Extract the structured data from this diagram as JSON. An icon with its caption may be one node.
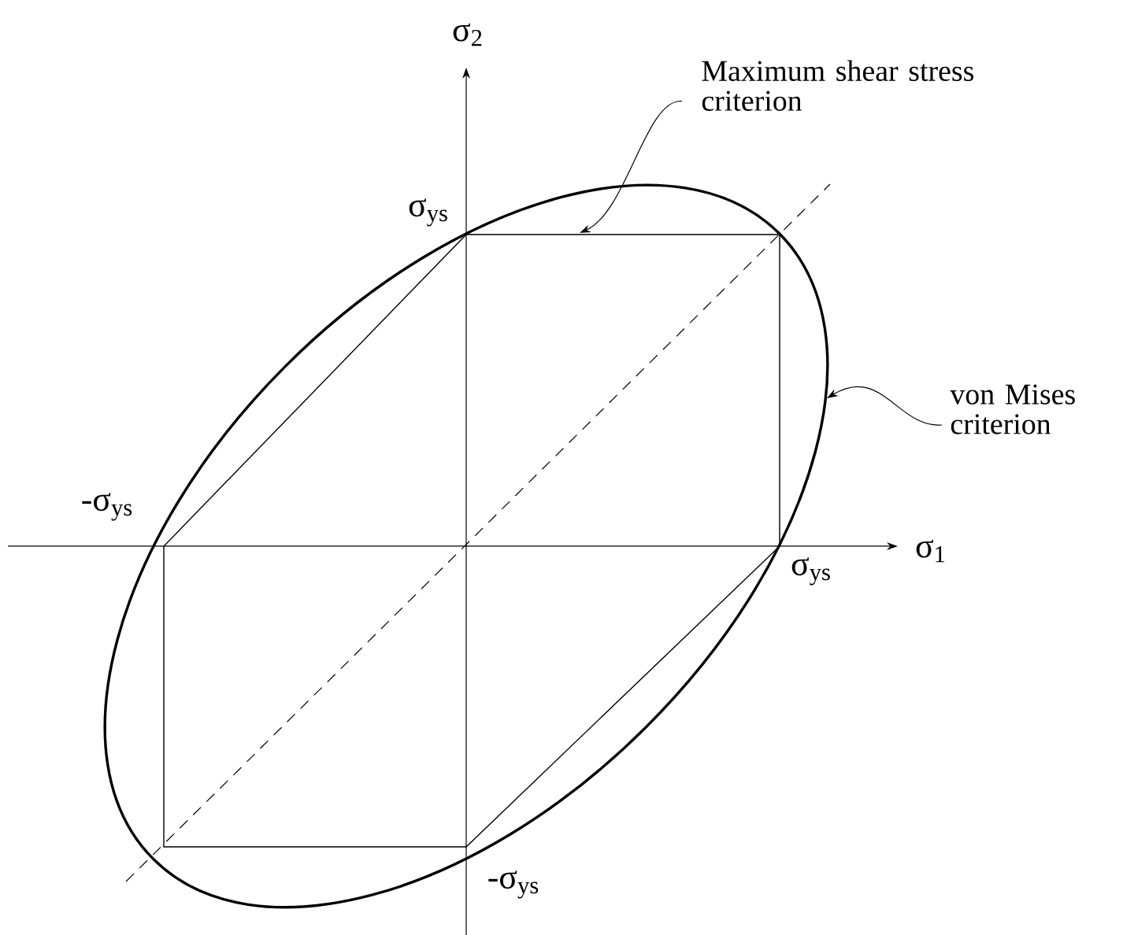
{
  "diagram": {
    "nodes": [
      {
        "text": [
          "Maximum shear stress criterion"
        ]
      },
      {
        "text": [
          "von Mises criterion"
        ]
      }
    ],
    "edges": [
      {
        "from": 0,
        "to": null,
        "arrow": "to"
      },
      {
        "from": 1,
        "to": null,
        "arrow": "to"
      }
    ],
    "labels": [
      "σ$_{2}$",
      "σ$_{ys}$",
      "-σ$_{ys}$",
      "σ$_{1}$",
      "σ$_{ys}$",
      "-σ$_{ys}$"
    ]
  }
}
